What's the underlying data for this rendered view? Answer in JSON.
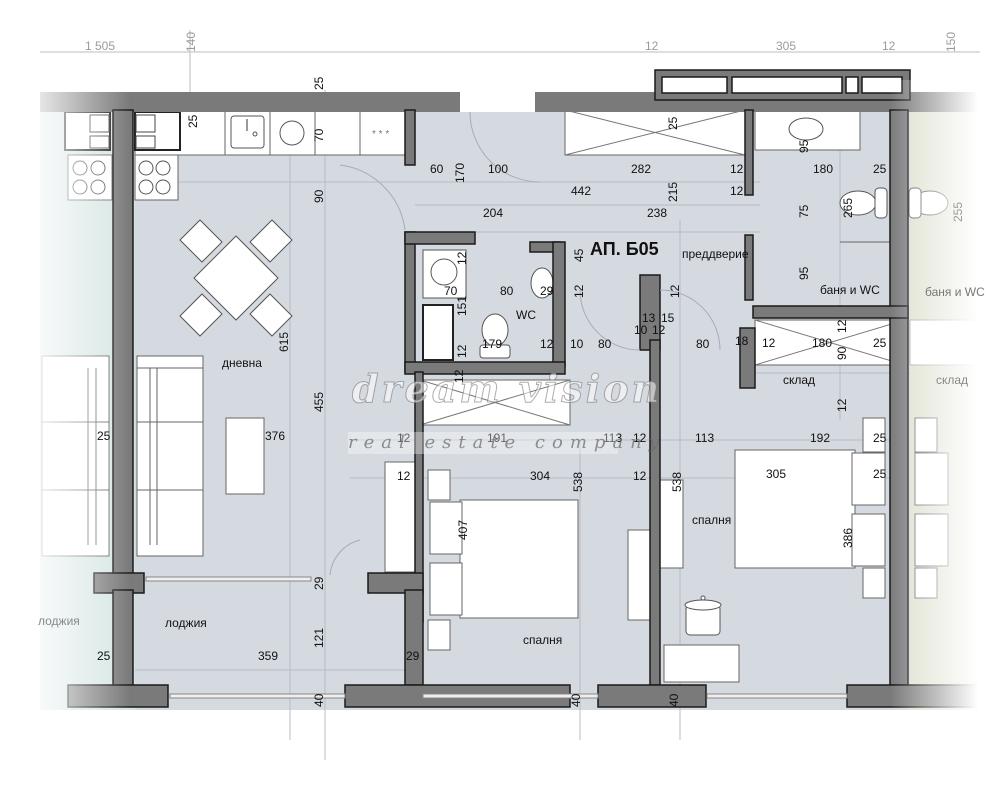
{
  "plan": {
    "title": "АП. Б05",
    "colors": {
      "wall": "#7a7a7a",
      "wall_outline": "#1a1a1a",
      "floor": "#d5d9e0",
      "neighbor_left_floor": "#d6e6e4",
      "neighbor_right_floor": "#dde0cf",
      "fixture": "#ffffff",
      "dimension_line": "#b8bcc4"
    },
    "rooms": [
      {
        "id": "living",
        "label": "дневна"
      },
      {
        "id": "loggia",
        "label": "лоджия"
      },
      {
        "id": "loggia_neighbor",
        "label": "лоджия"
      },
      {
        "id": "wc",
        "label": "WC"
      },
      {
        "id": "hall",
        "label": "преддверие"
      },
      {
        "id": "bath",
        "label": "баня и WC"
      },
      {
        "id": "bath_neighbor",
        "label": "баня и WC"
      },
      {
        "id": "storage",
        "label": "склад"
      },
      {
        "id": "storage_neighbor",
        "label": "склад"
      },
      {
        "id": "bedroom1",
        "label": "спалня"
      },
      {
        "id": "bedroom2",
        "label": "спалня"
      }
    ],
    "watermark": {
      "line1": "dream vision",
      "line2": "real estate company"
    },
    "top_dims": [
      "1 505",
      "140",
      "12",
      "305",
      "12",
      "150"
    ],
    "dims": {
      "d25_top": "25",
      "d25_k": "25",
      "d70": "70",
      "d90": "90",
      "d615": "615",
      "d455": "455",
      "d376": "376",
      "d25_sofa": "25",
      "d29_a": "29",
      "d121": "121",
      "d359": "359",
      "d25_log": "25",
      "d29_b": "29",
      "d40_a": "40",
      "d40_b": "40",
      "d40_c": "40",
      "d60": "60",
      "d170": "170",
      "d100": "100",
      "d282": "282",
      "d12_a": "12",
      "d25_ward": "25",
      "d442": "442",
      "d215": "215",
      "d12_b": "12",
      "d204": "204",
      "d238": "238",
      "d95_a": "95",
      "d180_a": "180",
      "d25_b": "25",
      "d75": "75",
      "d265": "265",
      "d95_b": "95",
      "d255": "255",
      "d12_wc1": "12",
      "d70_wc": "70",
      "d80_wc": "80",
      "d29_wc": "29",
      "d151": "151",
      "d45": "45",
      "d12_wc2": "12",
      "d179": "179",
      "d12_wc3": "12",
      "d12_wc4": "12",
      "d10_a": "10",
      "d80_a": "80",
      "d13": "13",
      "d15": "15",
      "d10_b": "10",
      "d12_c": "12",
      "d12_d": "12",
      "d80_b": "80",
      "d18": "18",
      "d12_s1": "12",
      "d180_s": "180",
      "d12_s2": "12",
      "d90_s": "90",
      "d25_s": "25",
      "d12_s3": "12",
      "d12_r1": "12",
      "d191": "191",
      "d113_a": "113",
      "d12_r2": "12",
      "d12_r3": "12",
      "d304": "304",
      "d538_a": "538",
      "d12_r4": "12",
      "d538_b": "538",
      "d407": "407",
      "d12_r5": "12",
      "d113_b": "113",
      "d192": "192",
      "d25_r1": "25",
      "d305": "305",
      "d25_r2": "25",
      "d386": "386"
    }
  }
}
